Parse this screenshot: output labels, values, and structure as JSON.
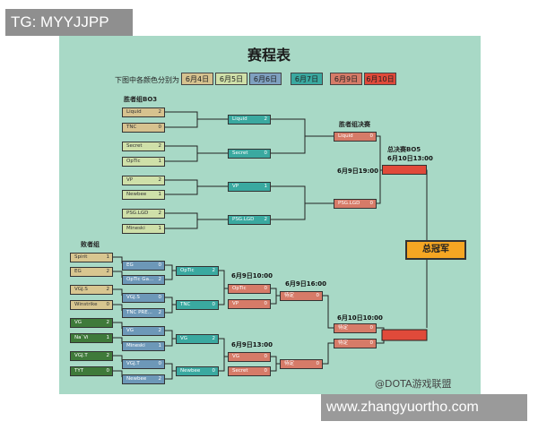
{
  "watermark_top": "TG: MYYJJPP",
  "watermark_bottom": "www.zhangyuortho.com",
  "weibo": "@DOTA游戏联盟",
  "title": "赛程表",
  "legend": {
    "label": "下图中各颜色分别为",
    "dates": [
      {
        "text": "6月4日",
        "color": "#d6c28f"
      },
      {
        "text": "6月5日",
        "color": "#cfe0a9"
      },
      {
        "text": "6月6日",
        "color": "#7fa0c0"
      },
      {
        "text": "6月7日",
        "color": "#3aa9a0"
      },
      {
        "text": "6月9日",
        "color": "#d67b68"
      },
      {
        "text": "6月10日",
        "color": "#e04a3a"
      }
    ]
  },
  "sections": {
    "winners_bo3": "胜者组BO3",
    "winners_final": "胜者组决赛",
    "losers": "败者组",
    "grand_final": "总决赛BO5"
  },
  "times": {
    "wf_time": "6月9日19:00",
    "gf_time": "6月10日13:00",
    "lb1": "6月9日10:00",
    "lb2": "6月9日16:00",
    "lb3": "6月9日13:00",
    "lb4": "6月10日10:00"
  },
  "champion": "总冠军",
  "winners": {
    "r1": [
      {
        "name": "Liquid",
        "score": "2"
      },
      {
        "name": "TNC",
        "score": "0"
      },
      {
        "name": "Secret",
        "score": "2"
      },
      {
        "name": "OpTic",
        "score": "1"
      },
      {
        "name": "VP",
        "score": "2"
      },
      {
        "name": "Newbee",
        "score": "1"
      },
      {
        "name": "PSG.LGD",
        "score": "2"
      },
      {
        "name": "Mineski",
        "score": "1"
      }
    ],
    "r2": [
      {
        "name": "Liquid",
        "score": "2"
      },
      {
        "name": "Secret",
        "score": "0"
      },
      {
        "name": "VP",
        "score": "1"
      },
      {
        "name": "PSG.LGD",
        "score": "2"
      }
    ],
    "r3": [
      {
        "name": "Liquid",
        "score": "0"
      },
      {
        "name": "PSG.LGD",
        "score": "0"
      }
    ]
  },
  "losers": {
    "r1": [
      {
        "name": "Spirit",
        "score": "1"
      },
      {
        "name": "EG",
        "score": "2"
      },
      {
        "name": "VGJ.S",
        "score": "2"
      },
      {
        "name": "Winstrike",
        "score": "0"
      },
      {
        "name": "VG",
        "score": "2"
      },
      {
        "name": "Na`Vi",
        "score": "1"
      },
      {
        "name": "VGJ.T",
        "score": "2"
      },
      {
        "name": "TYT",
        "score": "0"
      }
    ],
    "r2": [
      {
        "name": "EG",
        "score": "0"
      },
      {
        "name": "OpTic Ga...",
        "score": "2"
      },
      {
        "name": "VGJ.S",
        "score": "0"
      },
      {
        "name": "TNC PRE...",
        "score": "2"
      },
      {
        "name": "VG",
        "score": "2"
      },
      {
        "name": "Mineski",
        "score": "1"
      },
      {
        "name": "VGJ.T",
        "score": "0"
      },
      {
        "name": "Newbee",
        "score": "2"
      }
    ],
    "r3": [
      {
        "name": "OpTic",
        "score": "2"
      },
      {
        "name": "TNC",
        "score": "0"
      },
      {
        "name": "VG",
        "score": "2"
      },
      {
        "name": "Newbee",
        "score": "0"
      }
    ],
    "r4": [
      {
        "name": "OpTic",
        "score": "0"
      },
      {
        "name": "VP",
        "score": "0"
      },
      {
        "name": "VG",
        "score": "0"
      },
      {
        "name": "Secret",
        "score": "0"
      }
    ],
    "r5": [
      {
        "name": "待定",
        "score": "0"
      },
      {
        "name": "待定",
        "score": "0"
      }
    ],
    "r6": [
      {
        "name": "待定",
        "score": "0"
      },
      {
        "name": "待定",
        "score": "0"
      }
    ]
  }
}
